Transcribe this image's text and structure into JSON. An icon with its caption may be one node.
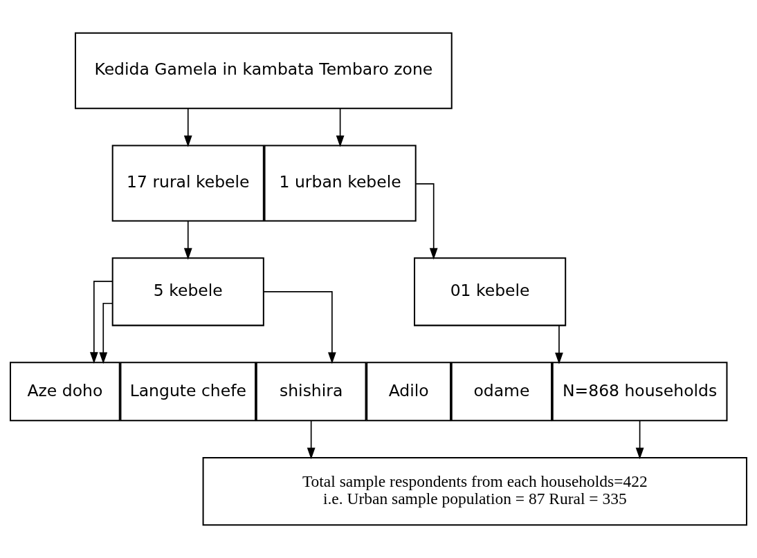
{
  "diagram": {
    "nodes": [
      {
        "text": [
          "Kedida Gamela in kambata Tembaro zone"
        ]
      },
      {
        "text": [
          "17 rural kebele"
        ]
      },
      {
        "text": [
          "1 urban kebele"
        ]
      },
      {
        "text": [
          "5 kebele"
        ]
      },
      {
        "text": [
          "01 kebele"
        ]
      },
      {
        "text": [
          "Langute chefe"
        ]
      },
      {
        "text": [
          "Aze doho"
        ]
      },
      {
        "text": [
          "shishira"
        ]
      },
      {
        "text": [
          "Adilo"
        ]
      },
      {
        "text": [
          "odame"
        ]
      },
      {
        "text": [
          "N=868 households"
        ]
      },
      {
        "text": [
          "Total sample respondents from each households=422",
          "i.e. Urban sample population = 87 Rural = 335"
        ]
      }
    ],
    "edges": [
      {
        "from": 0,
        "to": 1,
        "arrow": "to"
      },
      {
        "from": 0,
        "to": 2,
        "arrow": "to"
      },
      {
        "from": 1,
        "to": 3,
        "arrow": "to"
      },
      {
        "from": 2,
        "to": 4,
        "arrow": "to"
      },
      {
        "from": 3,
        "to": 6,
        "arrow": "to"
      },
      {
        "from": 3,
        "to": 6,
        "arrow": "to"
      },
      {
        "from": 3,
        "to": 7,
        "arrow": "to"
      },
      {
        "from": 4,
        "to": 10,
        "arrow": "to"
      },
      {
        "from": 7,
        "to": 11,
        "arrow": "to"
      },
      {
        "from": 10,
        "to": 11,
        "arrow": "to"
      }
    ]
  }
}
